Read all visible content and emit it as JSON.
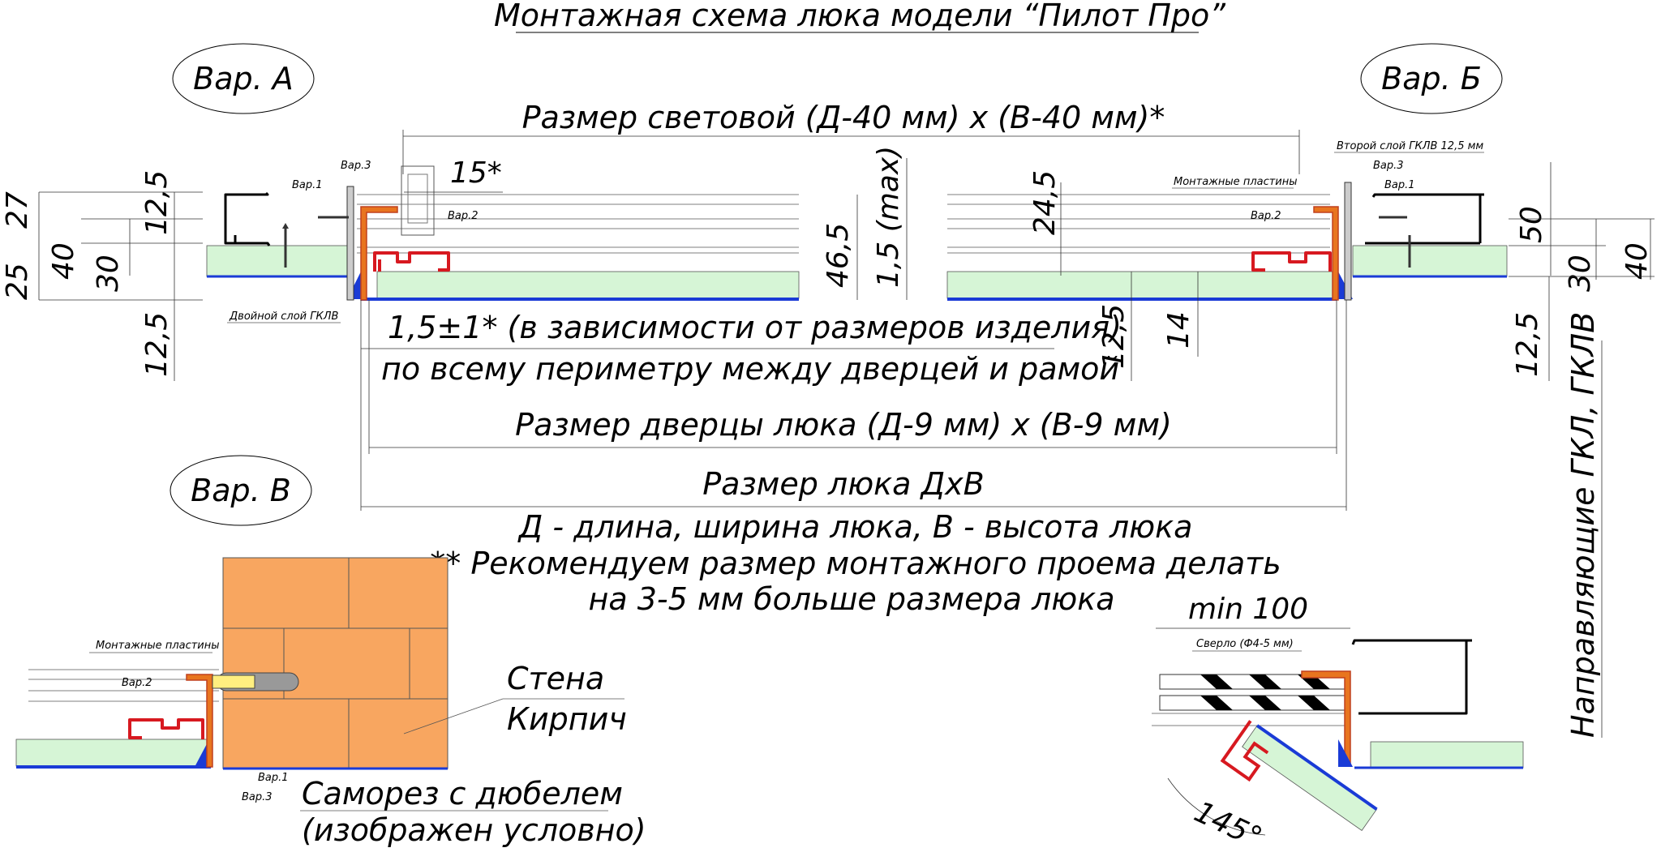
{
  "title": "Монтажная схема люка модели “Пилот Про”",
  "variants": {
    "a": "Вар. А",
    "b": "Вар. Б",
    "v": "Вар. В"
  },
  "dimensions": {
    "light_size": "Размер световой (Д-40 мм) х (В-40 мм)*",
    "gap_line1": "1,5±1* (в зависимости от размеров изделия)",
    "gap_line2": "по всему периметру между дверцей и рамой",
    "door_size": "Размер дверцы люка (Д-9 мм) х (В-9 мм)",
    "hatch_size": "Размер люка ДхВ",
    "legend": "Д - длина, ширина люка, В - высота люка",
    "recommend_line1": "** Рекомендуем размер монтажного проема делать",
    "recommend_line2": "на 3-5 мм больше размера люка"
  },
  "numbers": {
    "n25": "25",
    "n27": "27",
    "n40_left": "40",
    "n30_left": "30",
    "n12_5_a_top": "12,5",
    "n12_5_a_bottom": "12,5",
    "n15": "15*",
    "n46_5": "46,5",
    "n1_5max": "1,5 (max)",
    "n24_5": "24,5",
    "n12_5_mid": "12,5",
    "n14": "14",
    "n50": "50",
    "n30_right": "30",
    "n40_right": "40",
    "n12_5_right": "12,5",
    "min100": "min 100",
    "angle": "145°"
  },
  "labels": {
    "var1": "Вар.1",
    "var2": "Вар.2",
    "var3": "Вар.3",
    "double_layer": "Двойной слой ГКЛВ",
    "mount_plates": "Монтажные пластины",
    "second_layer": "Второй слой ГКЛВ 12,5 мм",
    "drill": "Сверло (Ф4-5 мм)",
    "wall": "Стена",
    "brick": "Кирпич",
    "screw_line1": "Саморез с дюбелем",
    "screw_line2": "(изображен условно)",
    "guides": "Направляющие ГКЛ, ГКЛВ"
  },
  "colors": {
    "board_fill": "#d6f5d6",
    "board_edge": "#1a3bd6",
    "brick_fill": "#f8a660",
    "frame_red": "#d71920",
    "plate_orange": "#e8751f"
  }
}
